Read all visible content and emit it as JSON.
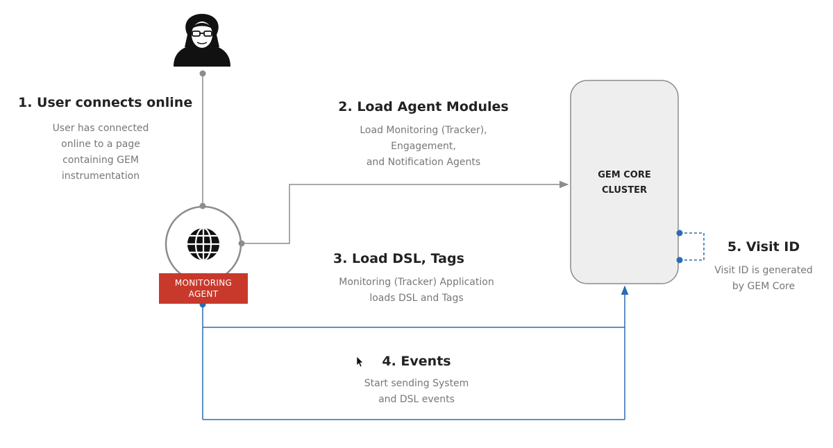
{
  "steps": {
    "user_connects": {
      "title": "1. User connects online",
      "desc": [
        "User has connected",
        "online to a page",
        "containing GEM",
        "instrumentation"
      ]
    },
    "load_modules": {
      "title": "2. Load Agent Modules",
      "desc": [
        "Load Monitoring (Tracker),",
        "Engagement,",
        "and Notification Agents"
      ]
    },
    "load_dsl": {
      "title": "3. Load DSL, Tags",
      "desc": [
        "Monitoring (Tracker) Application",
        "loads DSL and Tags"
      ]
    },
    "events": {
      "title": "4. Events",
      "desc": [
        "Start sending System",
        "and DSL events"
      ]
    },
    "visit_id": {
      "title": "5. Visit ID",
      "desc": [
        "Visit ID is generated",
        "by GEM Core"
      ]
    }
  },
  "nodes": {
    "core": [
      "GEM CORE",
      "CLUSTER"
    ],
    "agent": [
      "MONITORING",
      "AGENT"
    ]
  },
  "icons": {
    "user": "user-avatar-icon",
    "agent": "globe-icon",
    "cursor": "mouse-cursor-icon"
  },
  "colors": {
    "gray_connector": "#8c8c8c",
    "blue_connector": "#2a6cb0",
    "agent_badge": "#c8392b",
    "core_fill": "#eeeeee"
  }
}
